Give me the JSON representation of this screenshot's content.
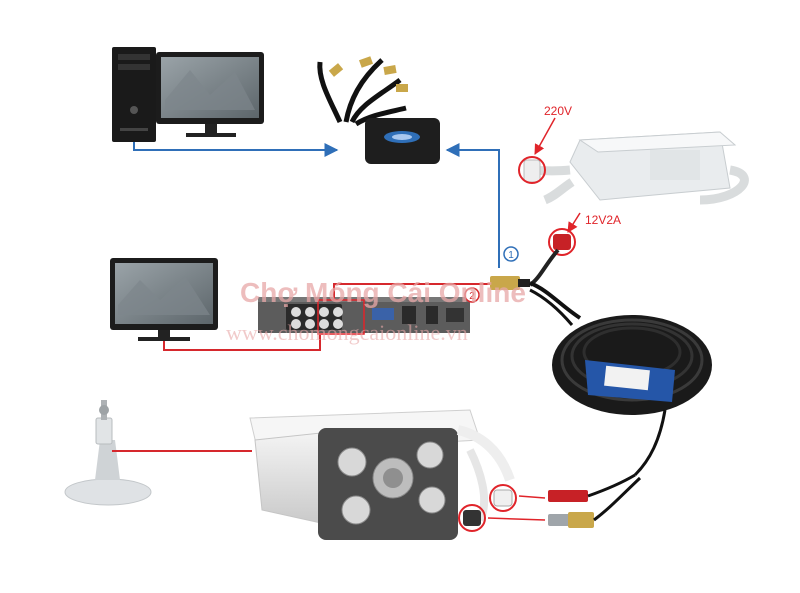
{
  "labels": {
    "power_220": "220V",
    "power_12": "12V2A",
    "marker_1": "1",
    "marker_2": "2"
  },
  "watermark": {
    "title": "Chợ Móng Cái Online",
    "url": "www.chomongcaionline.vn"
  },
  "colors": {
    "blue_wire": "#2f6fb8",
    "red_wire": "#d6282d",
    "callout": "#e0242a",
    "watermark": "#e8a8a8"
  },
  "icons": {
    "desktop": "desktop-tower-icon",
    "monitor": "monitor-icon",
    "capture_card": "usb-capture-card-icon",
    "dvr": "dvr-recorder-icon",
    "adapter": "power-adapter-icon",
    "cable": "coax-cable-reel-icon",
    "camera": "cctv-camera-icon",
    "bracket": "camera-bracket-icon"
  }
}
